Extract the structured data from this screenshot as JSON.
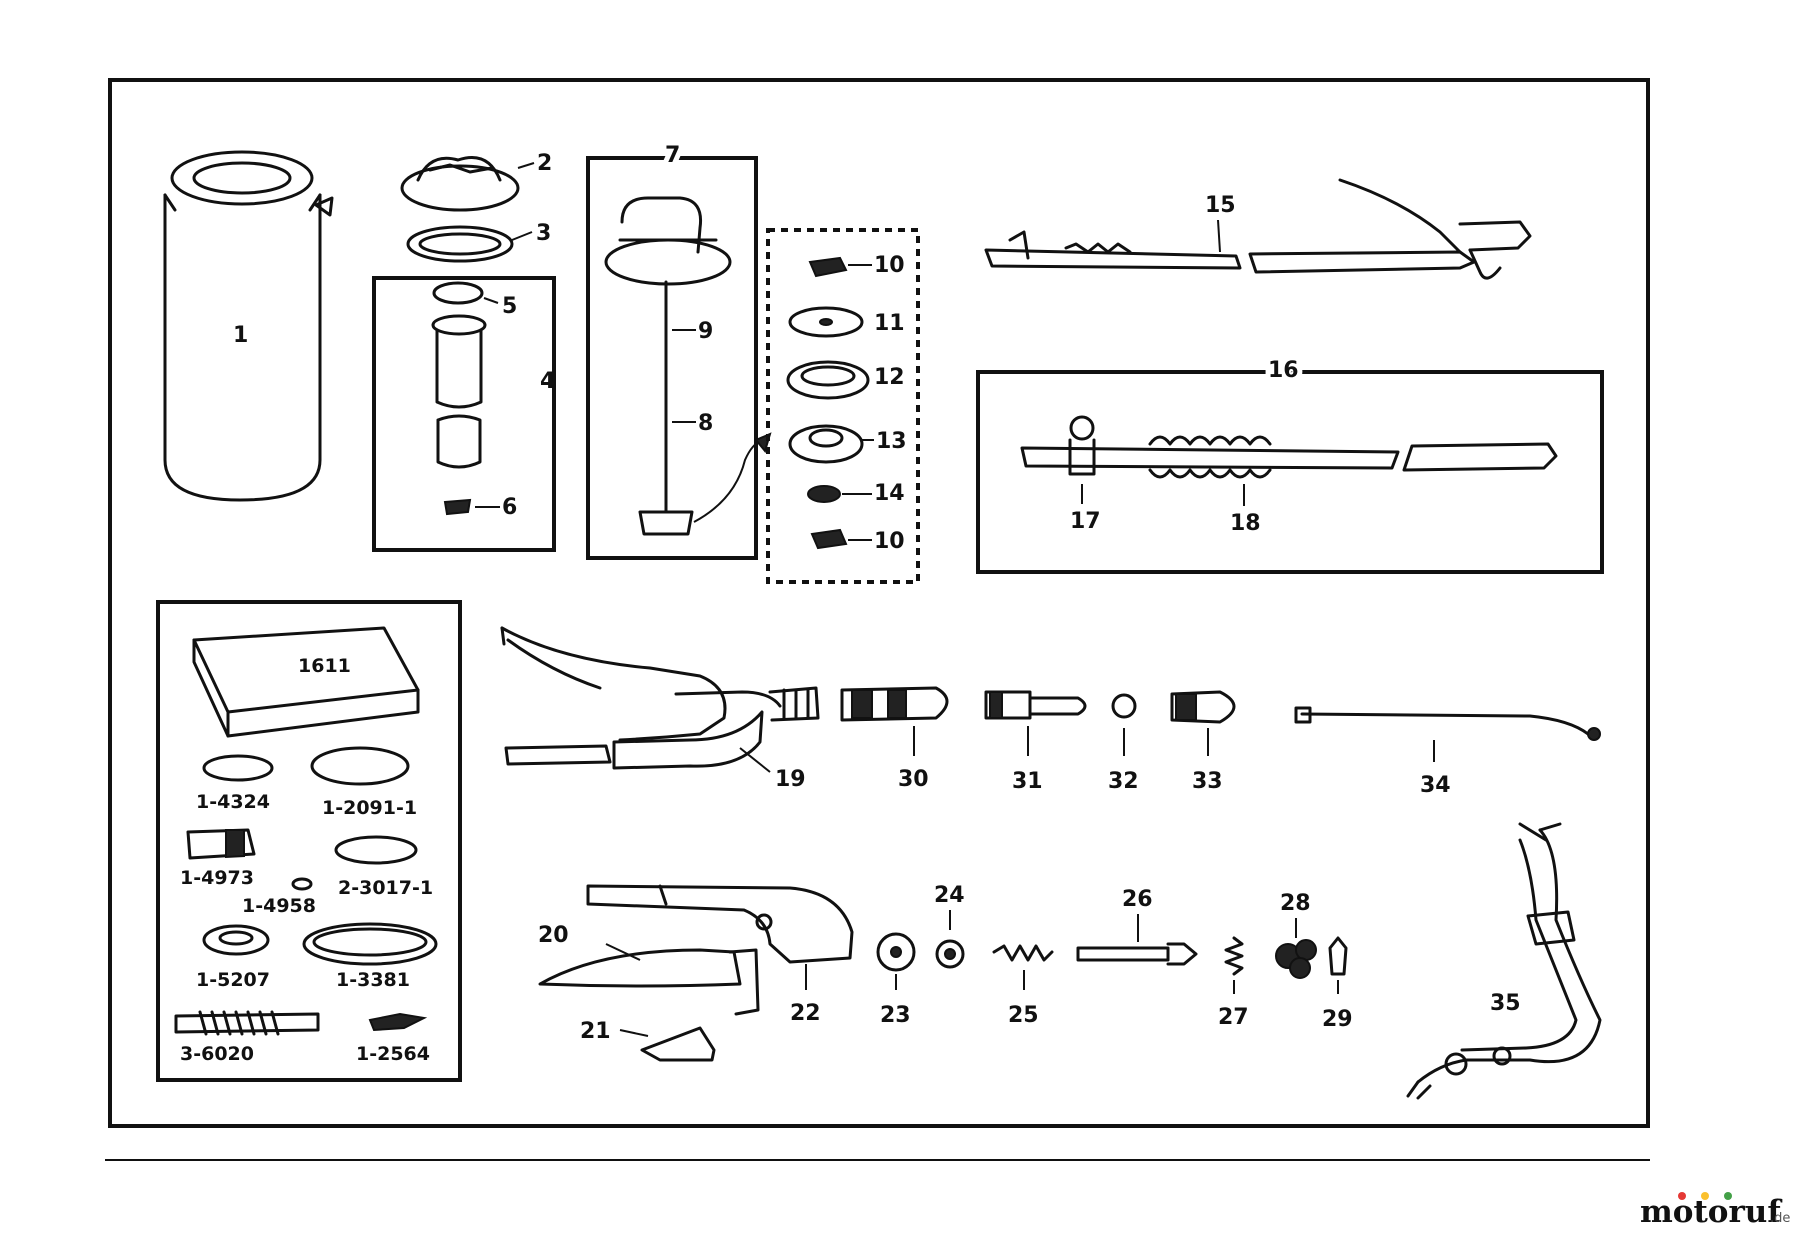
{
  "diagram": {
    "part_labels": {
      "p1": "1",
      "p2": "2",
      "p3": "3",
      "p4": "4",
      "p5": "5",
      "p6": "6",
      "p7": "7",
      "p8": "8",
      "p9": "9",
      "p10a": "10",
      "p10b": "10",
      "p11": "11",
      "p12": "12",
      "p13": "13",
      "p14": "14",
      "p15": "15",
      "p16": "16",
      "p17": "17",
      "p18": "18",
      "p19": "19",
      "p20": "20",
      "p21": "21",
      "p22": "22",
      "p23": "23",
      "p24": "24",
      "p25": "25",
      "p26": "26",
      "p27": "27",
      "p28": "28",
      "p29": "29",
      "p30": "30",
      "p31": "31",
      "p32": "32",
      "p33": "33",
      "p34": "34",
      "p35": "35"
    },
    "kit": {
      "box_label": "1611",
      "items": [
        "1-4324",
        "1-2091-1",
        "1-4973",
        "2-3017-1",
        "1-4958",
        "1-5207",
        "1-3381",
        "3-6020",
        "1-2564"
      ]
    }
  },
  "watermark": {
    "brand": "motoruf",
    "tld": ".de",
    "brand_color": "#3a6fb5",
    "dot_colors": [
      "#e53935",
      "#fbc02d",
      "#43a047"
    ]
  }
}
